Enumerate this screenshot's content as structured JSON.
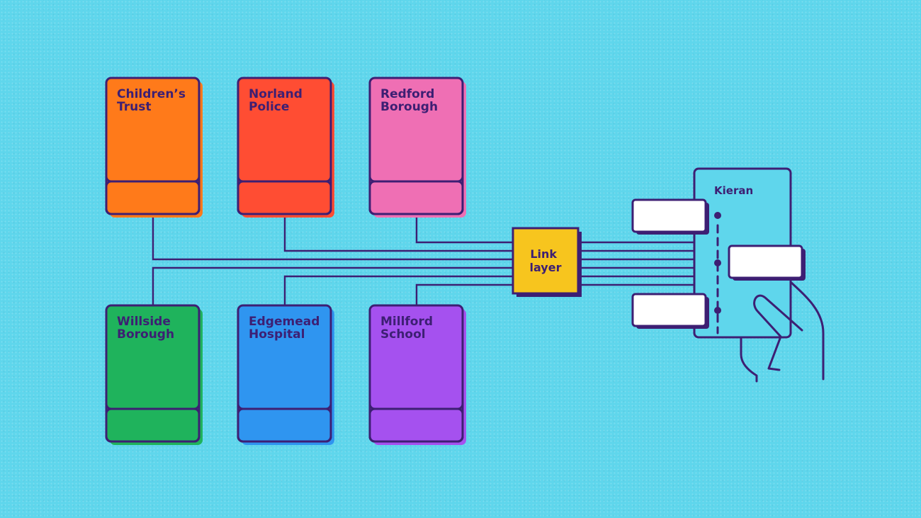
{
  "colors": {
    "background": "#5fd6ec",
    "outline": "#3d1f73",
    "hub": "#f7c51e",
    "message_box": "#ffffff"
  },
  "organisations": [
    {
      "id": "childrens-trust",
      "lines": [
        "Children’s",
        "Trust"
      ],
      "color": "#ff7a1a"
    },
    {
      "id": "norland-police",
      "lines": [
        "Norland",
        "Police"
      ],
      "color": "#ff4d33"
    },
    {
      "id": "redford-borough",
      "lines": [
        "Redford",
        "Borough"
      ],
      "color": "#ef6fb4"
    },
    {
      "id": "willside-borough",
      "lines": [
        "Willside",
        "Borough"
      ],
      "color": "#1fb35c"
    },
    {
      "id": "edgemead-hospital",
      "lines": [
        "Edgemead",
        "Hospital"
      ],
      "color": "#2f95f0"
    },
    {
      "id": "millford-school",
      "lines": [
        "Millford",
        "School"
      ],
      "color": "#a551ef"
    }
  ],
  "hub": {
    "lines": [
      "Link",
      "layer"
    ]
  },
  "person": {
    "name": "Kieran"
  }
}
